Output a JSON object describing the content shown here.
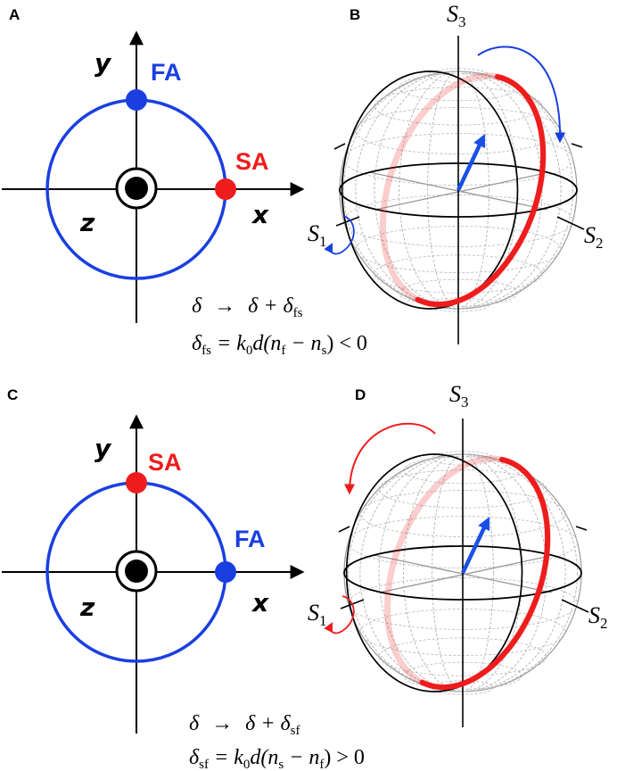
{
  "panels": {
    "A": {
      "letter": "A",
      "fast_axis": "FA",
      "slow_axis": "SA",
      "x": "x",
      "y": "y",
      "z": "z"
    },
    "B": {
      "letter": "B",
      "s1": "S",
      "s1_sub": "1",
      "s2": "S",
      "s2_sub": "2",
      "s3": "S",
      "s3_sub": "3",
      "eq1": {
        "lhs": "δ",
        "arrow": "→",
        "rhs": "δ + δ",
        "rhs_sub": "fs"
      },
      "eq2": {
        "lhs": "δ",
        "lhs_sub": "fs",
        "rest": " = k",
        "k_sub": "0",
        "mid": "d(n",
        "n1_sub": "f",
        "minus": " − n",
        "n2_sub": "s",
        "end": ") < 0"
      }
    },
    "C": {
      "letter": "C",
      "fast_axis": "FA",
      "slow_axis": "SA",
      "x": "x",
      "y": "y",
      "z": "z"
    },
    "D": {
      "letter": "D",
      "s1": "S",
      "s1_sub": "1",
      "s2": "S",
      "s2_sub": "2",
      "s3": "S",
      "s3_sub": "3",
      "eq1": {
        "lhs": "δ",
        "arrow": "→",
        "rhs": "δ + δ",
        "rhs_sub": "sf"
      },
      "eq2": {
        "lhs": "δ",
        "lhs_sub": "sf",
        "rest": " = k",
        "k_sub": "0",
        "mid": "d(n",
        "n1_sub": "s",
        "minus": " − n",
        "n2_sub": "f",
        "end": ") > 0"
      }
    }
  },
  "colors": {
    "fast": "#1a3fe0",
    "slow": "#ee1c1c",
    "axis": "#000000",
    "grid": "#b8b8b8",
    "stokes_vector": "#1a50e6"
  },
  "icons": [
    "target-icon",
    "rotation-arrow-icon",
    "stokes-vector-arrow-icon"
  ]
}
